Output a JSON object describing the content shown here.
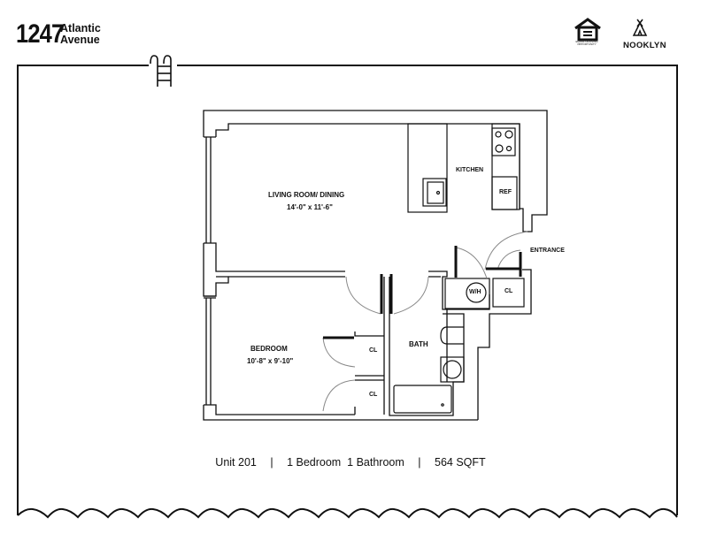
{
  "header": {
    "number": "1247",
    "street_line1": "Atlantic",
    "street_line2": "Avenue"
  },
  "logos": {
    "equal_housing_text": "EQUAL HOUSING OPPORTUNITY",
    "brand": "NOOKLYN"
  },
  "rooms": {
    "living": {
      "name": "LIVING ROOM/ DINING",
      "dims": "14'-0\" x 11'-6\""
    },
    "kitchen": {
      "name": "KITCHEN"
    },
    "ref": {
      "name": "REF"
    },
    "entrance": {
      "name": "ENTRANCE"
    },
    "wh": {
      "name": "W/H"
    },
    "cl_entry": {
      "name": "CL"
    },
    "bedroom": {
      "name": "BEDROOM",
      "dims": "10'-8\" x 9'-10\""
    },
    "bath": {
      "name": "BATH"
    },
    "cl_bed1": {
      "name": "CL"
    },
    "cl_bed2": {
      "name": "CL"
    }
  },
  "summary": {
    "unit": "Unit 201",
    "sep1": "|",
    "layout": "1 Bedroom  1 Bathroom",
    "sep2": "|",
    "area": "564 SQFT"
  }
}
